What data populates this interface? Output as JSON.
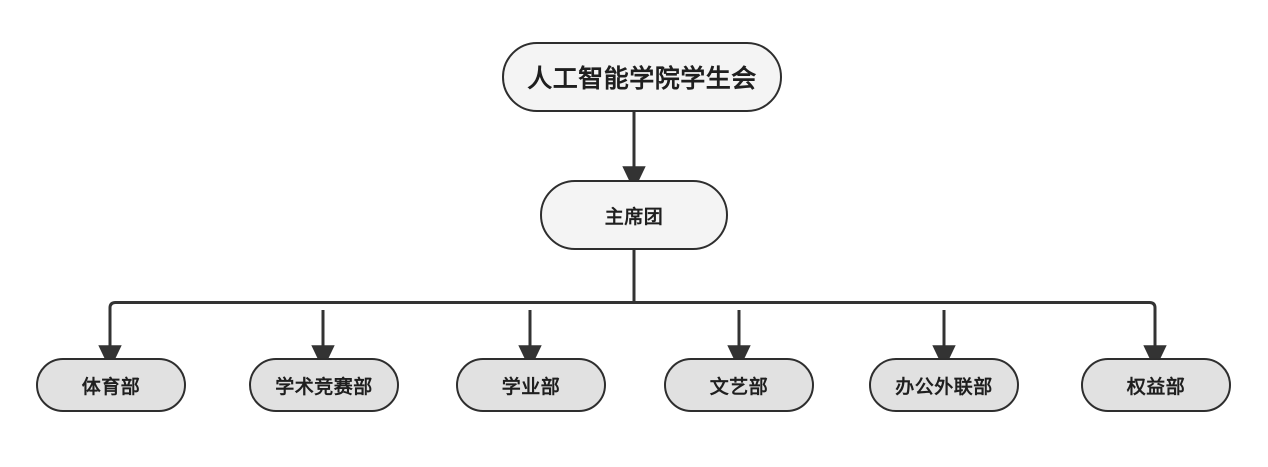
{
  "diagram": {
    "title_node": "人工智能学院学生会",
    "second_level": "主席团",
    "departments": [
      "体育部",
      "学术竞赛部",
      "学业部",
      "文艺部",
      "办公外联部",
      "权益部"
    ],
    "colors": {
      "background": "#ffffff",
      "node_stroke": "#2e2e2e",
      "top_node_fill": "#f4f4f4",
      "leaf_node_fill": "#e1e1e1",
      "connector": "#333333",
      "text": "#1f1f1f"
    }
  }
}
